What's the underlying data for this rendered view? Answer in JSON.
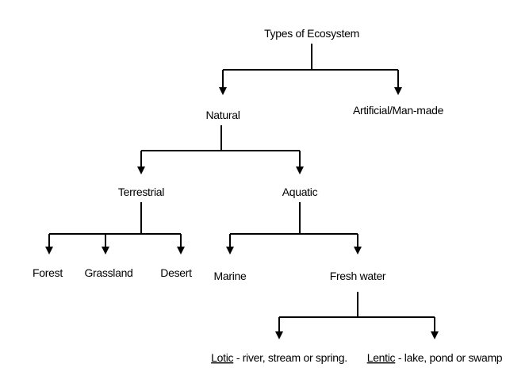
{
  "diagram": {
    "type": "hierarchy",
    "colors": {
      "ink": "#000000",
      "background": "#ffffff"
    },
    "root": {
      "label": "Types of Ecosystem",
      "children": [
        {
          "label": "Natural",
          "children": [
            {
              "label": "Terrestrial",
              "children": [
                {
                  "label": "Forest"
                },
                {
                  "label": "Grassland"
                },
                {
                  "label": "Desert"
                }
              ]
            },
            {
              "label": "Aquatic",
              "children": [
                {
                  "label": "Marine"
                },
                {
                  "label": "Fresh water",
                  "children": [
                    {
                      "term": "Lotic",
                      "rest": " - river, stream or spring."
                    },
                    {
                      "term": "Lentic",
                      "rest": " - lake, pond or swamp"
                    }
                  ]
                }
              ]
            }
          ]
        },
        {
          "label": "Artificial/Man-made"
        }
      ]
    }
  }
}
